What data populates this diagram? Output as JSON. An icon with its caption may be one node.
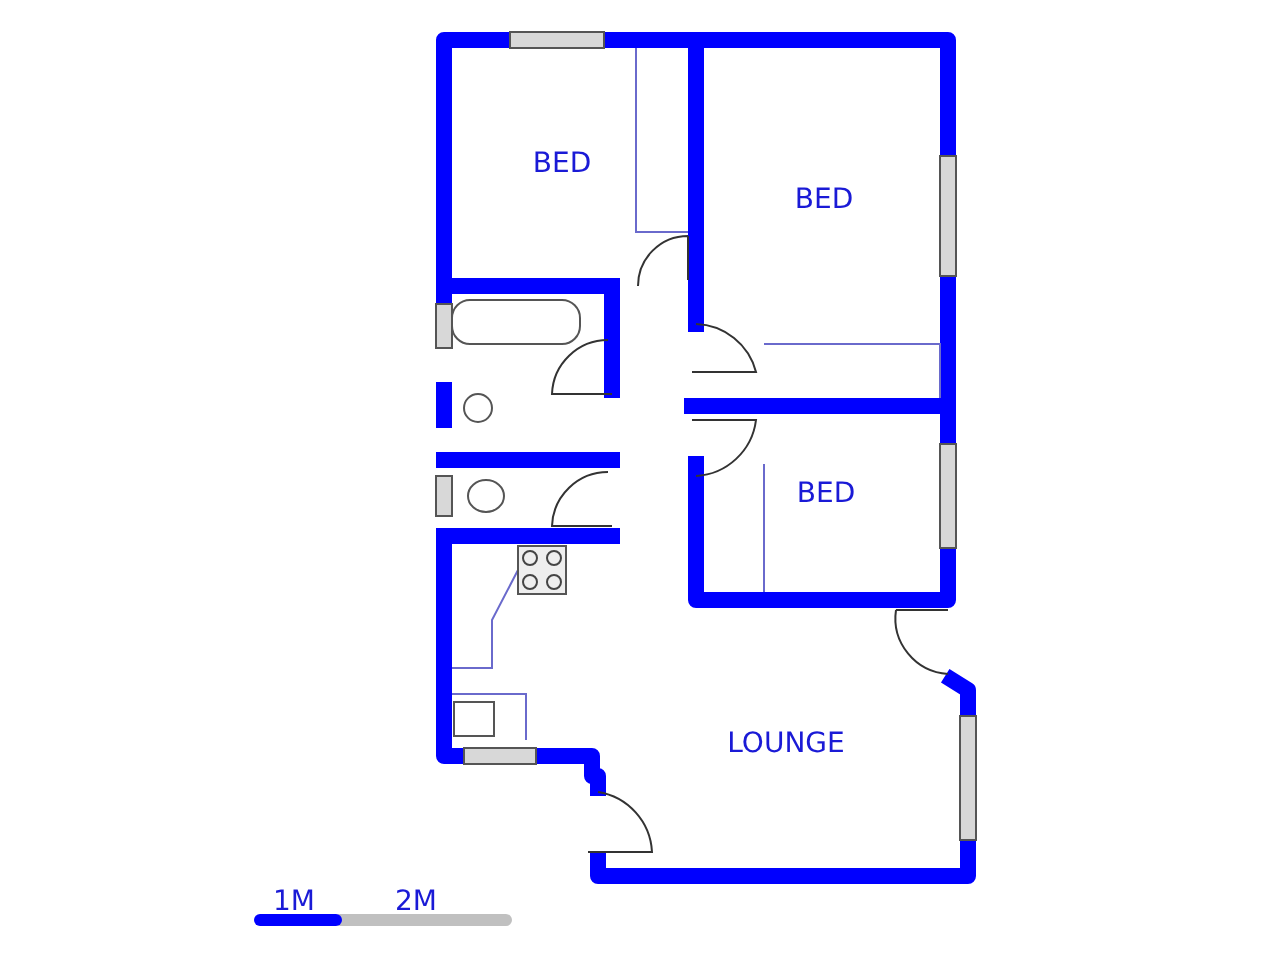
{
  "diagram": {
    "labels": [
      "BED",
      "BED",
      "BED",
      "LOUNGE",
      "1M",
      "2M"
    ]
  }
}
